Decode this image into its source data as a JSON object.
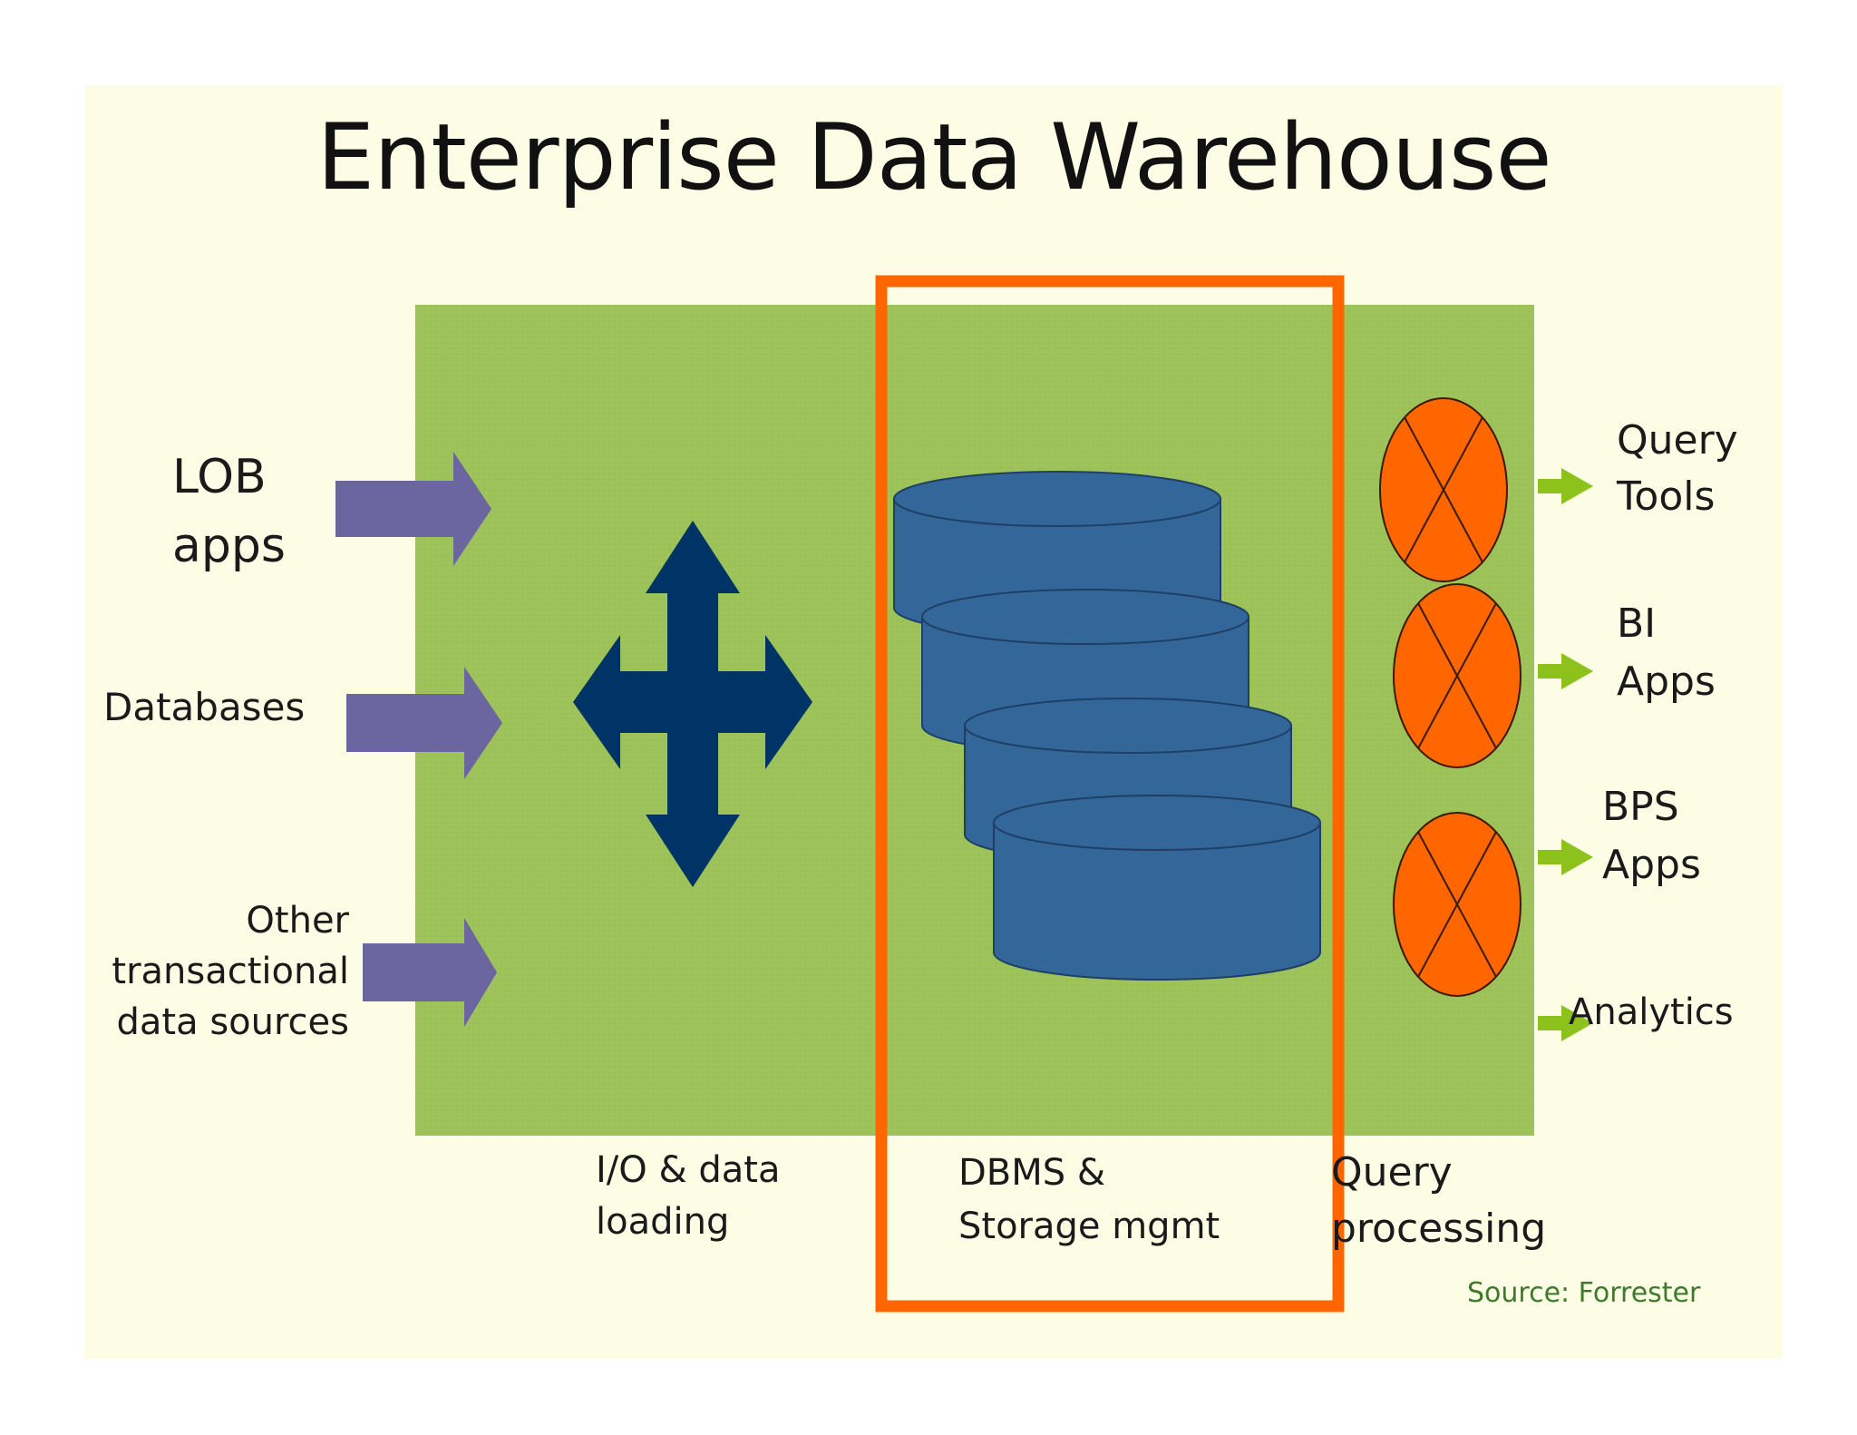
{
  "title": "Enterprise Data Warehouse",
  "inputs": [
    {
      "lines": [
        "LOB",
        "apps"
      ]
    },
    {
      "lines": [
        "Databases"
      ]
    },
    {
      "lines": [
        "Other",
        "transactional",
        "data sources"
      ]
    }
  ],
  "outputs": [
    {
      "lines": [
        "Query",
        "Tools"
      ]
    },
    {
      "lines": [
        "BI",
        "Apps"
      ]
    },
    {
      "lines": [
        "BPS",
        "Apps"
      ]
    },
    {
      "lines": [
        "Analytics"
      ]
    }
  ],
  "stages": [
    {
      "lines": [
        "I/O & data",
        "loading"
      ]
    },
    {
      "lines": [
        "DBMS &",
        "Storage mgmt"
      ]
    },
    {
      "lines": [
        "Query",
        "processing"
      ]
    }
  ],
  "source": "Source: Forrester",
  "colors": {
    "slide_background": "#fdfde6",
    "warehouse_panel": "#9dc35a",
    "highlight_frame": "#ff6600",
    "input_arrow": "#6b66a0",
    "cross_arrow": "#003366",
    "storage_cylinder": "#336699",
    "query_node": "#ff6600",
    "output_arrow": "#8cc21b"
  },
  "icons": {
    "input_arrow": "right-arrow-icon",
    "io_arrow": "four-way-arrow-icon",
    "storage": "database-cylinder-icon",
    "query_node": "x-circle-node-icon",
    "output_arrow": "small-right-arrow-icon"
  }
}
